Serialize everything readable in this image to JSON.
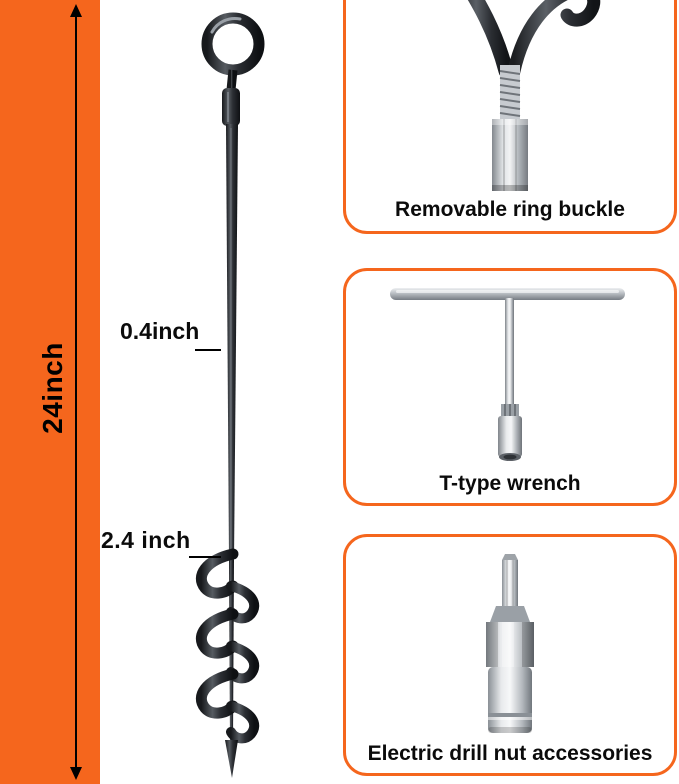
{
  "measurements": {
    "total_length": "24inch",
    "shaft_diameter": "0.4inch",
    "auger_diameter": "2.4 inch"
  },
  "panels": [
    {
      "label": "Removable ring buckle"
    },
    {
      "label": "T-type wrench"
    },
    {
      "label": "Electric drill nut accessories"
    }
  ],
  "icons": {
    "stake": "ground-anchor-auger-stake",
    "length_arrow": "double-headed-vertical-arrow",
    "ring_buckle": "eye-bolt-with-coupling-nut",
    "t_wrench": "t-handle-socket-wrench",
    "drill_nut": "hex-shank-nut-driver"
  },
  "colors": {
    "orange": "#F5661D",
    "panel_border": "#F5661D",
    "label_text": "#0b0b0b",
    "metal_dark": "#26282c",
    "metal_chrome": "#c9cdd2"
  }
}
